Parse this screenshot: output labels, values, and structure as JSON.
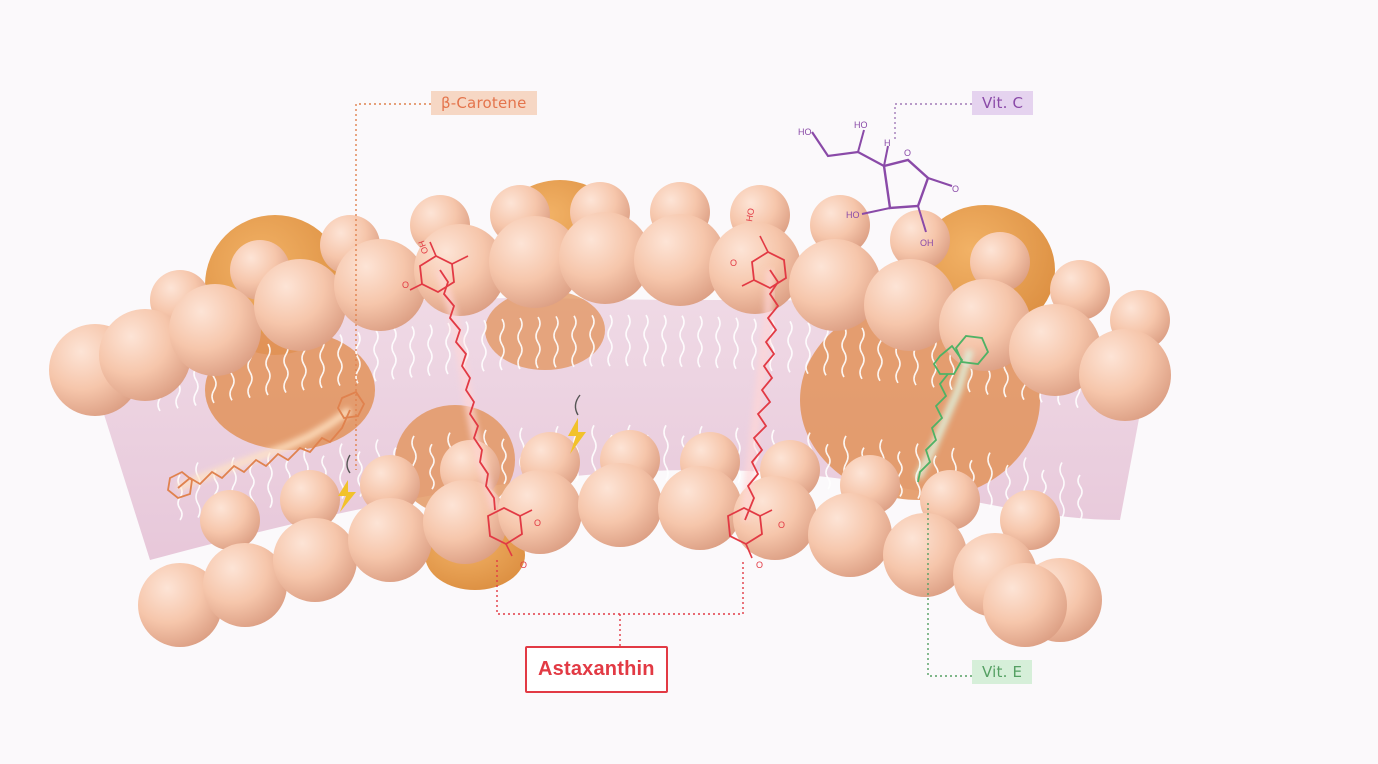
{
  "labels": {
    "beta_carotene": "β-Carotene",
    "vitamin_c": "Vit. C",
    "vitamin_e": "Vit. E",
    "astaxanthin": "Astaxanthin"
  },
  "molecule_atoms": {
    "hydroxyl": "HO",
    "hydroxyl_alt": "OH",
    "hydrogen": "H",
    "oxygen": "O"
  },
  "colors": {
    "background": "#fbf9fb",
    "phospholipid_head": "#f3bfa3",
    "membrane_interior": "#ecd0df",
    "membrane_protein": "#e7964a",
    "beta_carotene": "#e4744c",
    "vitamin_c": "#8a4aa8",
    "vitamin_e": "#55a063",
    "astaxanthin": "#e23a44",
    "free_radical": "#f2c22a"
  }
}
